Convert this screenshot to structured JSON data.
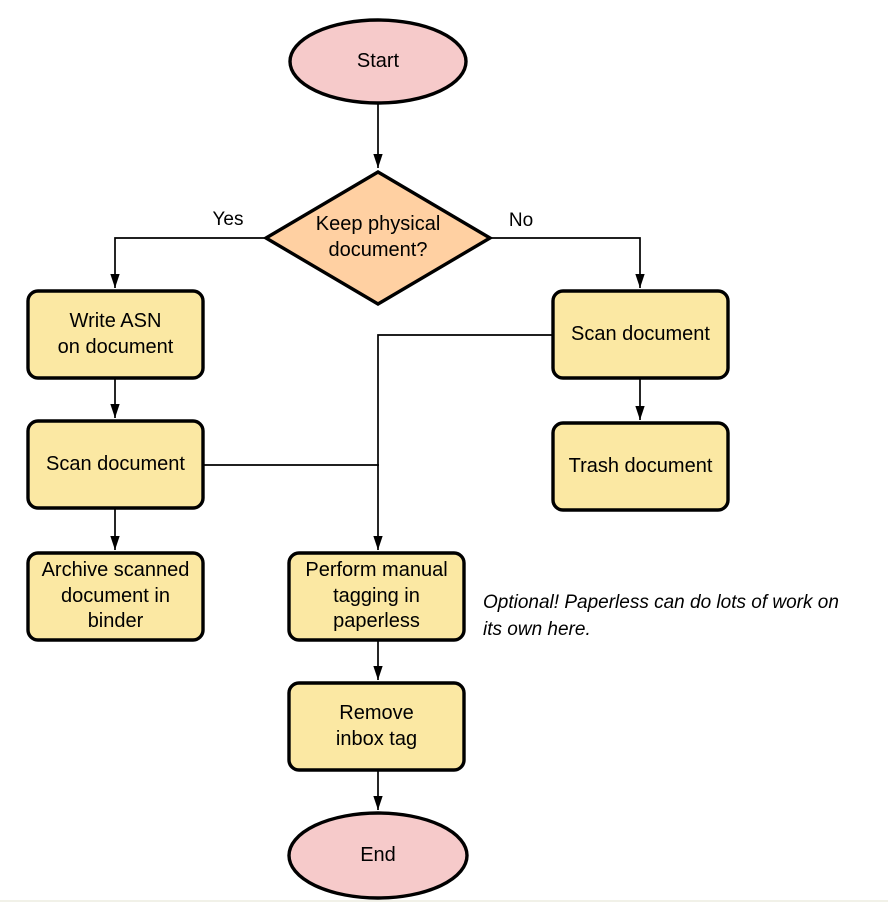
{
  "diagram": {
    "nodes": {
      "start": {
        "label": "Start",
        "type": "terminal"
      },
      "decision": {
        "label": "Keep physical\ndocument?",
        "type": "decision"
      },
      "write_asn": {
        "label": "Write ASN\non document",
        "type": "process"
      },
      "scan_left": {
        "label": "Scan document",
        "type": "process"
      },
      "archive": {
        "label": "Archive scanned\ndocument in\nbinder",
        "type": "process"
      },
      "scan_right": {
        "label": "Scan document",
        "type": "process"
      },
      "trash": {
        "label": "Trash document",
        "type": "process"
      },
      "tagging": {
        "label": "Perform manual\ntagging in\npaperless",
        "type": "process"
      },
      "remove_inbox": {
        "label": "Remove\ninbox tag",
        "type": "process"
      },
      "end": {
        "label": "End",
        "type": "terminal"
      }
    },
    "edge_labels": {
      "yes": "Yes",
      "no": "No"
    },
    "annotation": "Optional! Paperless can do lots of work on\nits own here.",
    "colors": {
      "terminal_fill": "#f6caca",
      "decision_fill": "#ffd0a2",
      "process_fill": "#fbe8a3",
      "stroke": "#000000"
    }
  }
}
